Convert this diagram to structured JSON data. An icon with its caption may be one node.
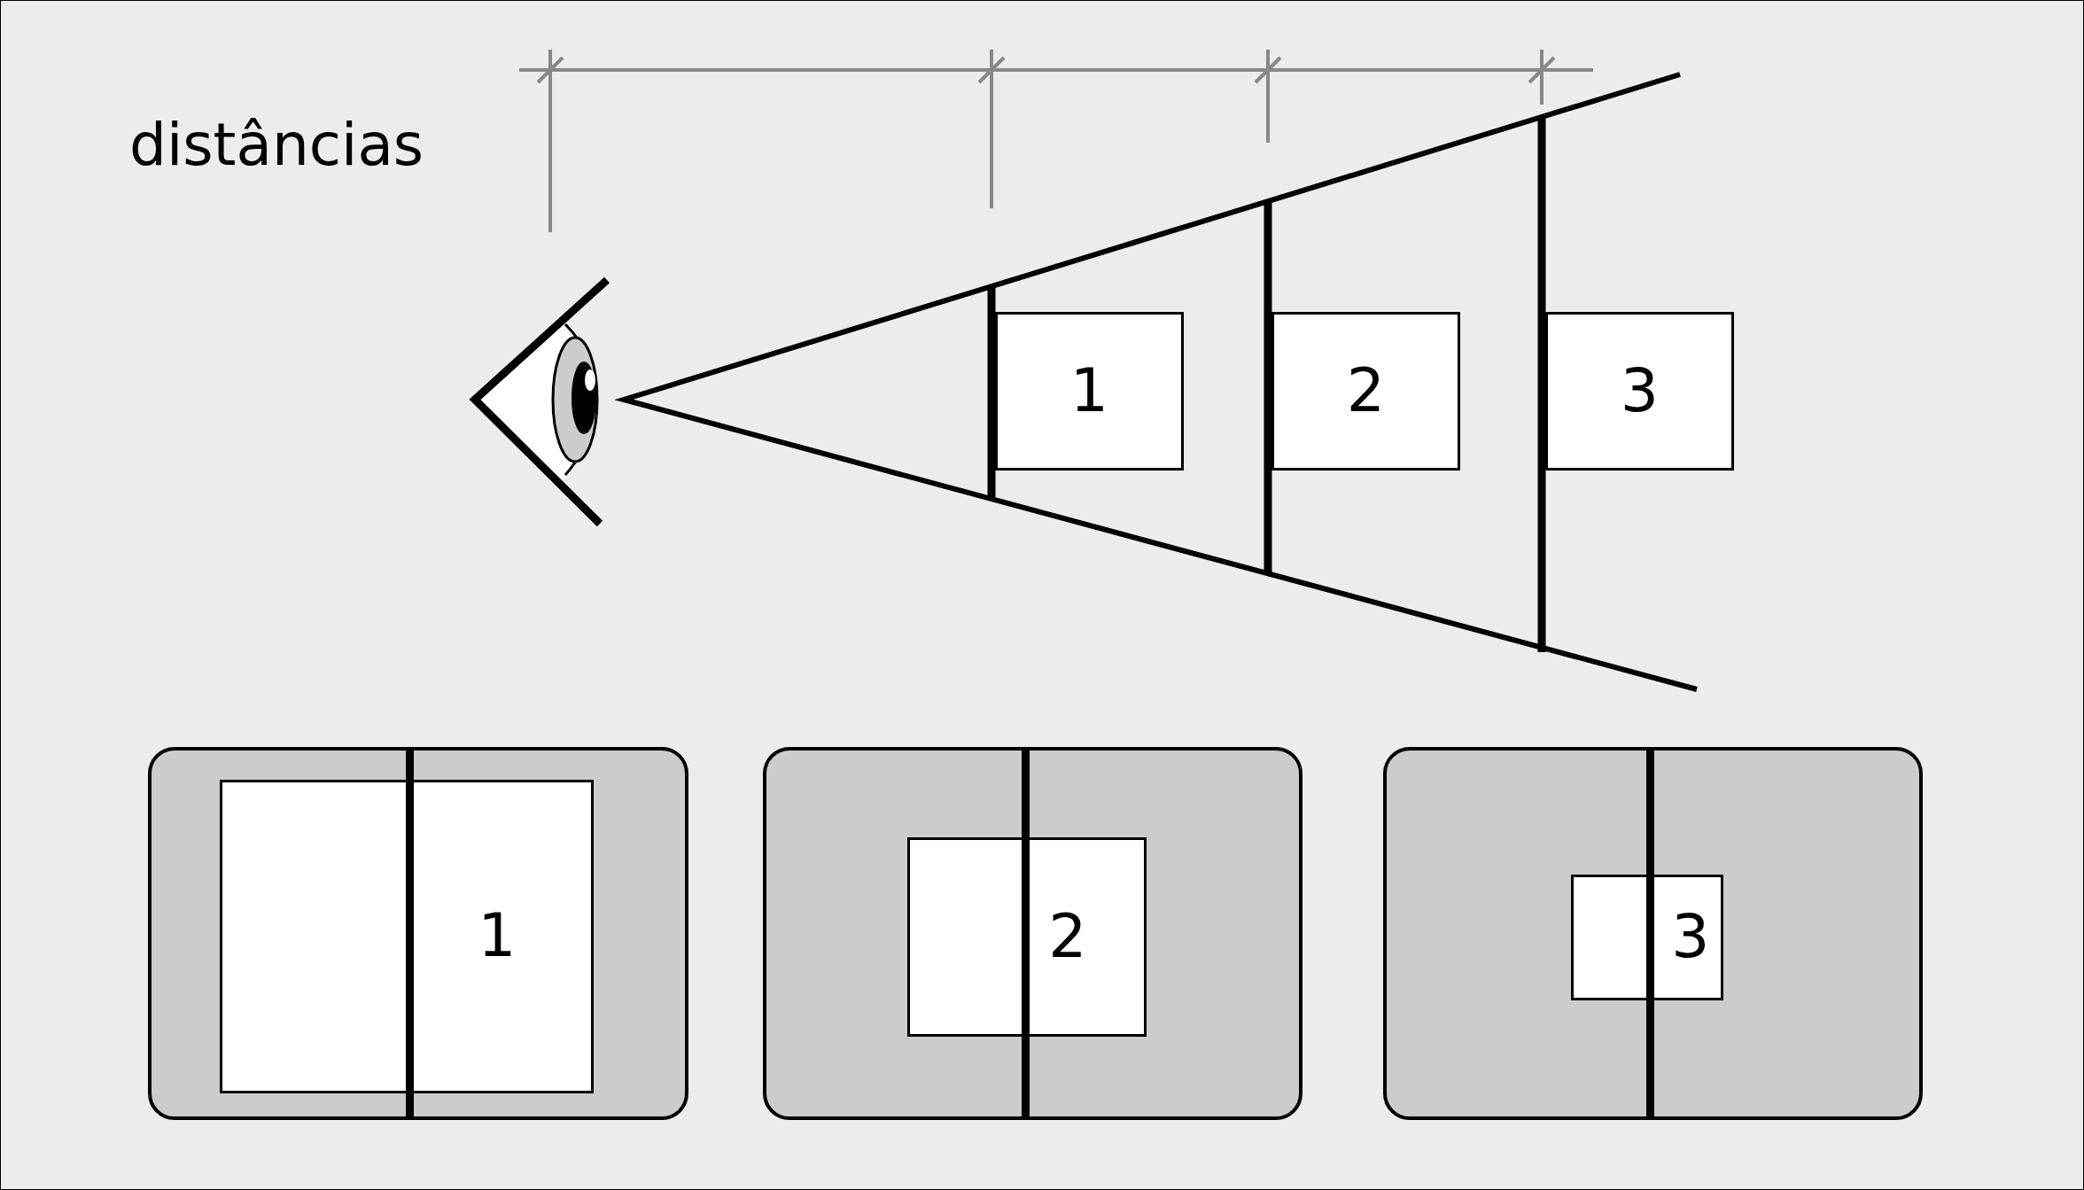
{
  "diagram": {
    "nodes": [
      {
        "text": [
          "1"
        ]
      },
      {
        "text": [
          "2"
        ]
      },
      {
        "text": [
          "3"
        ]
      },
      {
        "text": [],
        "shape": "box"
      },
      {
        "text": [
          "1"
        ],
        "in": 3
      },
      {
        "text": [],
        "shape": "box"
      },
      {
        "text": [
          "2"
        ],
        "in": 5
      },
      {
        "text": [],
        "shape": "box"
      },
      {
        "text": [
          "3"
        ],
        "in": 7
      }
    ],
    "edges": [],
    "labels": [
      "distâncias"
    ]
  }
}
